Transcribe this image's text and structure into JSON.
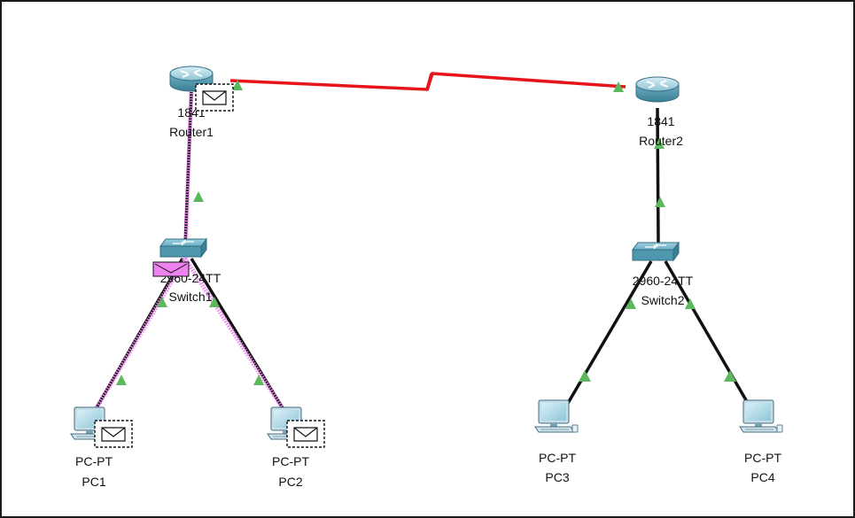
{
  "devices": {
    "router1": {
      "model": "1841",
      "name": "Router1",
      "icon": "router-icon"
    },
    "router2": {
      "model": "1841",
      "name": "Router2",
      "icon": "router-icon"
    },
    "switch1": {
      "model": "2960-24TT",
      "name": "Switch1",
      "icon": "switch-icon"
    },
    "switch2": {
      "model": "2960-24TT",
      "name": "Switch2",
      "icon": "switch-icon"
    },
    "pc1": {
      "model": "PC-PT",
      "name": "PC1",
      "icon": "pc-icon"
    },
    "pc2": {
      "model": "PC-PT",
      "name": "PC2",
      "icon": "pc-icon"
    },
    "pc3": {
      "model": "PC-PT",
      "name": "PC3",
      "icon": "pc-icon"
    },
    "pc4": {
      "model": "PC-PT",
      "name": "PC4",
      "icon": "pc-icon"
    }
  },
  "links": [
    {
      "id": "router1-router2",
      "type": "serial",
      "color": "#e8141b"
    },
    {
      "id": "router1-switch1",
      "type": "copper-straight",
      "color": "#111111"
    },
    {
      "id": "router2-switch2",
      "type": "copper-straight",
      "color": "#111111"
    },
    {
      "id": "switch1-pc1",
      "type": "copper-straight",
      "color": "#111111"
    },
    {
      "id": "switch1-pc2",
      "type": "copper-straight",
      "color": "#111111"
    },
    {
      "id": "switch2-pc3",
      "type": "copper-straight",
      "color": "#111111"
    },
    {
      "id": "switch2-pc4",
      "type": "copper-straight",
      "color": "#111111"
    }
  ],
  "colors": {
    "link_up_indicator": "#5cb85c",
    "packet_trail": "#ee82ee",
    "router_body": "#6fb0c4",
    "switch_body": "#4f97ad",
    "pc_screen": "#a8d5e3"
  },
  "simulation": {
    "pdu_icon": "envelope-icon",
    "pdus_at": [
      "Router1",
      "PC1",
      "PC2"
    ],
    "highlighted_pdu_at": "Switch1"
  }
}
